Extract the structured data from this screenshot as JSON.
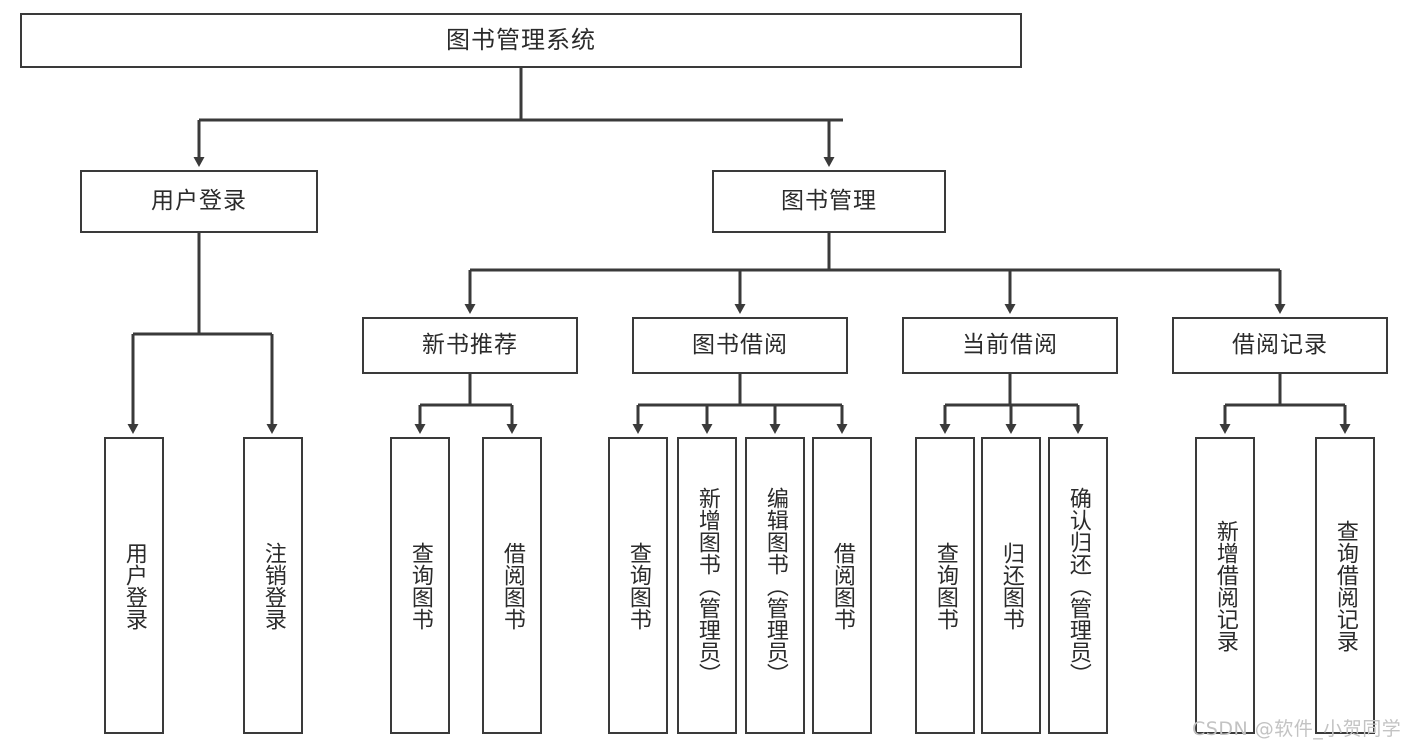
{
  "diagram": {
    "type": "tree",
    "title": "图书管理系统",
    "root": {
      "label": "图书管理系统"
    },
    "level2": [
      {
        "label": "用户登录"
      },
      {
        "label": "图书管理"
      }
    ],
    "level3": [
      {
        "label": "新书推荐"
      },
      {
        "label": "图书借阅"
      },
      {
        "label": "当前借阅"
      },
      {
        "label": "借阅记录"
      }
    ],
    "leaves": {
      "user_login": [
        {
          "label": "用户登录"
        },
        {
          "label": "注销登录"
        }
      ],
      "new_book": [
        {
          "label": "查询图书"
        },
        {
          "label": "借阅图书"
        }
      ],
      "borrow_book": [
        {
          "label": "查询图书"
        },
        {
          "label": "新增图书（管理员）"
        },
        {
          "label": "编辑图书（管理员）"
        },
        {
          "label": "借阅图书"
        }
      ],
      "current_borrow": [
        {
          "label": "查询图书"
        },
        {
          "label": "归还图书"
        },
        {
          "label": "确认归还（管理员）"
        }
      ],
      "borrow_record": [
        {
          "label": "新增借阅记录"
        },
        {
          "label": "查询借阅记录"
        }
      ]
    }
  },
  "watermark": {
    "text": "CSDN @软件_小贺同学"
  },
  "colors": {
    "stroke": "#3a3a3a",
    "text": "#2b2b2b",
    "background": "#ffffff",
    "watermark": "#c3c3c3"
  }
}
